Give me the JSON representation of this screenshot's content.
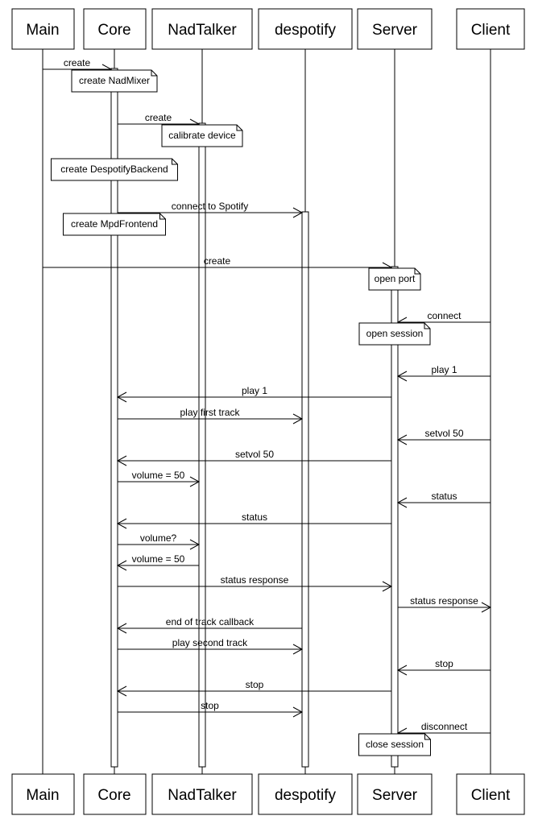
{
  "participants": [
    {
      "id": "main",
      "label": "Main"
    },
    {
      "id": "core",
      "label": "Core"
    },
    {
      "id": "nadtalker",
      "label": "NadTalker"
    },
    {
      "id": "despotify",
      "label": "despotify"
    },
    {
      "id": "server",
      "label": "Server"
    },
    {
      "id": "client",
      "label": "Client"
    }
  ],
  "events": [
    {
      "kind": "message",
      "from": "main",
      "to": "core",
      "label": "create"
    },
    {
      "kind": "note",
      "on": "core",
      "label": "create NadMixer"
    },
    {
      "kind": "message",
      "from": "core",
      "to": "nadtalker",
      "label": "create"
    },
    {
      "kind": "note",
      "on": "nadtalker",
      "label": "calibrate device"
    },
    {
      "kind": "note",
      "on": "core",
      "label": "create DespotifyBackend"
    },
    {
      "kind": "message",
      "from": "core",
      "to": "despotify",
      "label": "connect to Spotify"
    },
    {
      "kind": "note",
      "on": "core",
      "label": "create MpdFrontend"
    },
    {
      "kind": "message",
      "from": "main",
      "to": "server",
      "label": "create"
    },
    {
      "kind": "note",
      "on": "server",
      "label": "open port"
    },
    {
      "kind": "message",
      "from": "client",
      "to": "server",
      "label": "connect"
    },
    {
      "kind": "note",
      "on": "server",
      "label": "open session"
    },
    {
      "kind": "message",
      "from": "client",
      "to": "server",
      "label": "play 1"
    },
    {
      "kind": "message",
      "from": "server",
      "to": "core",
      "label": "play 1"
    },
    {
      "kind": "message",
      "from": "core",
      "to": "despotify",
      "label": "play first track"
    },
    {
      "kind": "message",
      "from": "client",
      "to": "server",
      "label": "setvol 50"
    },
    {
      "kind": "message",
      "from": "server",
      "to": "core",
      "label": "setvol 50"
    },
    {
      "kind": "message",
      "from": "core",
      "to": "nadtalker",
      "label": "volume = 50"
    },
    {
      "kind": "message",
      "from": "client",
      "to": "server",
      "label": "status"
    },
    {
      "kind": "message",
      "from": "server",
      "to": "core",
      "label": "status"
    },
    {
      "kind": "message",
      "from": "core",
      "to": "nadtalker",
      "label": "volume?"
    },
    {
      "kind": "message",
      "from": "nadtalker",
      "to": "core",
      "label": "volume = 50"
    },
    {
      "kind": "message",
      "from": "core",
      "to": "server",
      "label": "status response"
    },
    {
      "kind": "message",
      "from": "server",
      "to": "client",
      "label": "status response"
    },
    {
      "kind": "message",
      "from": "despotify",
      "to": "core",
      "label": "end of track callback"
    },
    {
      "kind": "message",
      "from": "core",
      "to": "despotify",
      "label": "play second track"
    },
    {
      "kind": "message",
      "from": "client",
      "to": "server",
      "label": "stop"
    },
    {
      "kind": "message",
      "from": "server",
      "to": "core",
      "label": "stop"
    },
    {
      "kind": "message",
      "from": "core",
      "to": "despotify",
      "label": "stop"
    },
    {
      "kind": "message",
      "from": "client",
      "to": "server",
      "label": "disconnect"
    },
    {
      "kind": "note",
      "on": "server",
      "label": "close session"
    }
  ]
}
